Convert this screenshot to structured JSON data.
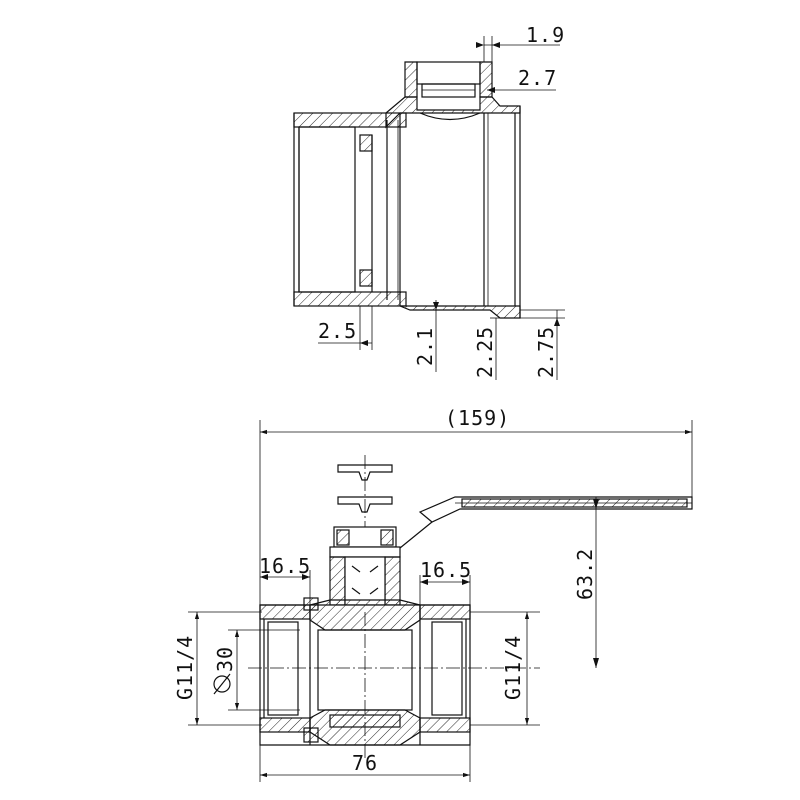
{
  "drawing": {
    "top_view": {
      "dims": {
        "d1": "1.9",
        "d2": "2.7",
        "d3": "2.5",
        "d4": "2.1",
        "d5": "2.25",
        "d6": "2.75"
      }
    },
    "front_view": {
      "dims": {
        "overall_length": "(159)",
        "left_thread_depth": "16.5",
        "right_thread_depth": "16.5",
        "lever_height": "63.2",
        "body_length": "76",
        "left_thread": "G11/4",
        "bore": "30",
        "right_thread": "G11/4"
      }
    }
  }
}
